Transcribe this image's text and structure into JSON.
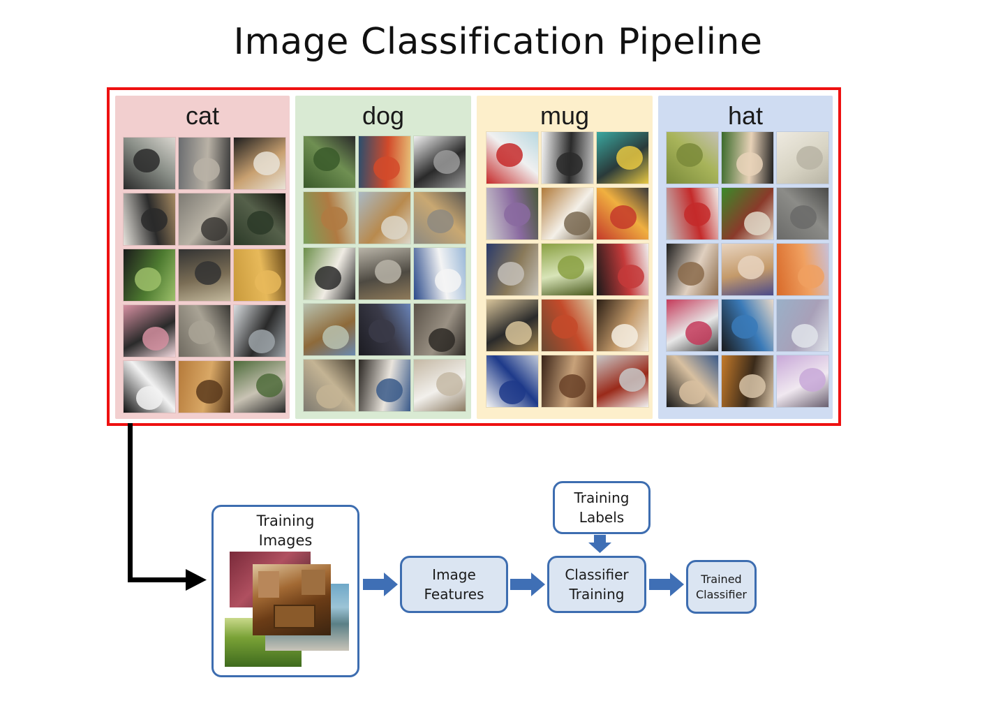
{
  "title": "Image Classification Pipeline",
  "categories": [
    {
      "label": "cat",
      "bg": "#f2cfcf"
    },
    {
      "label": "dog",
      "bg": "#d9ead3"
    },
    {
      "label": "mug",
      "bg": "#fdefcb"
    },
    {
      "label": "hat",
      "bg": "#cfdcf2"
    }
  ],
  "pipeline": {
    "training_images": "Training\nImages",
    "image_features": "Image\nFeatures",
    "classifier_training": "Classifier\nTraining",
    "training_labels": "Training\nLabels",
    "trained_classifier": "Trained\nClassifier"
  },
  "colors": {
    "frame": "#ee1111",
    "box_border": "#3d6db0",
    "box_fill": "#dbe5f2",
    "flow_arrow": "#3f6fb5"
  }
}
